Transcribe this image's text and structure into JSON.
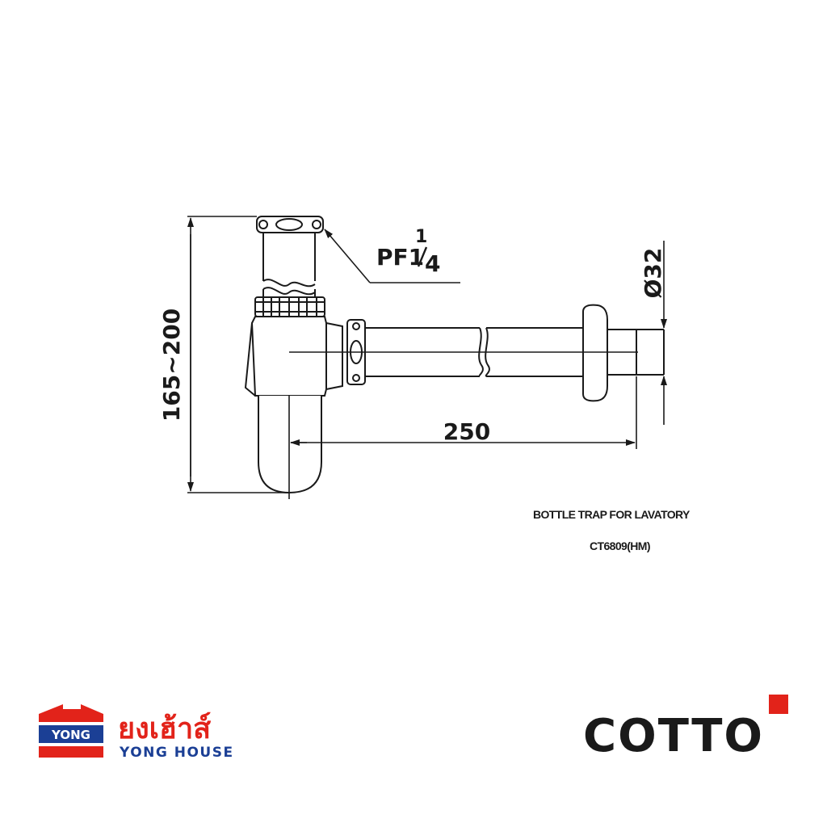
{
  "drawing": {
    "height_dimension": "165~200",
    "length_dimension": "250",
    "diameter_dimension": "Ø32",
    "thread_label": "PF1",
    "thread_fraction_numerator": "1",
    "thread_fraction_denominator": "4"
  },
  "caption": {
    "title": "BOTTLE TRAP FOR LAVATORY",
    "model": "CT6809(HM)"
  },
  "logos": {
    "yong_badge": "YONG",
    "yong_thai": "ยงเฮ้าส์",
    "yong_english": "YONG HOUSE",
    "cotto": "COTTO"
  },
  "colors": {
    "line": "#1a1a1a",
    "yong_red": "#e2231a",
    "yong_blue": "#1b3f95",
    "cotto_red": "#e2231a",
    "cotto_text": "#1a1a1a"
  }
}
